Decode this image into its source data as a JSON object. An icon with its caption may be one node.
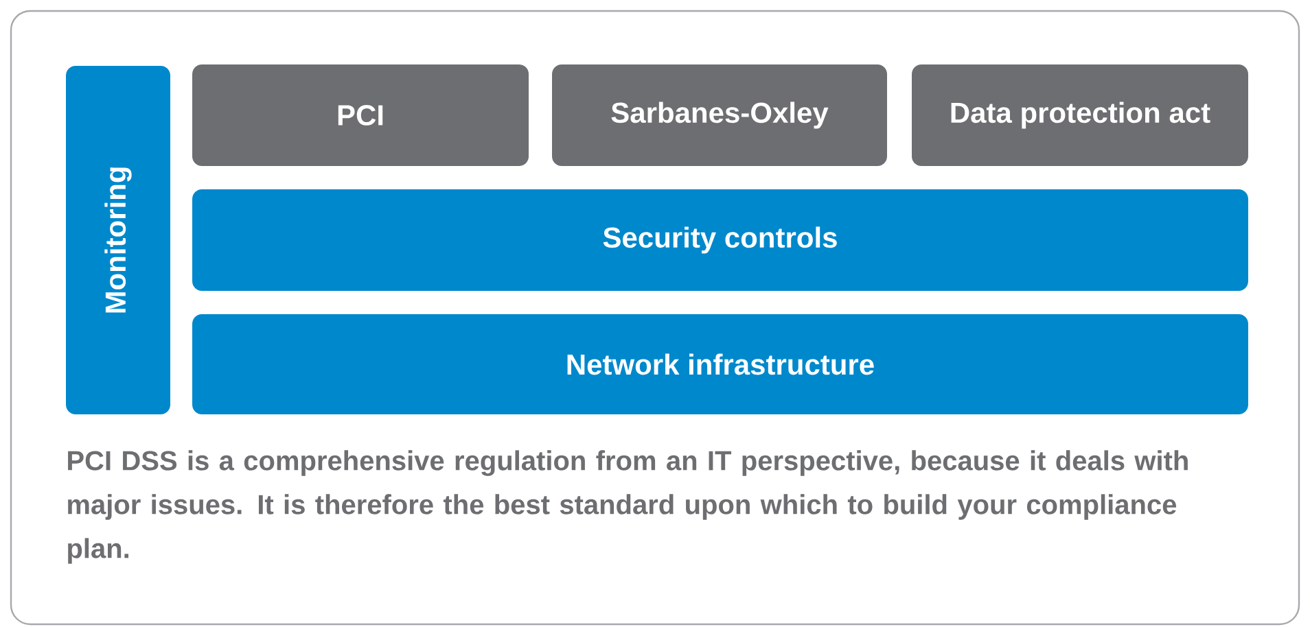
{
  "diagram": {
    "caption": "PCI DSS is a comprehensive regulation from an IT perspective, because it deals with major issues. It is therefore the best standard upon which to build your compliance plan.",
    "nodes": [
      {
        "text": [
          "Monitoring"
        ]
      },
      {
        "text": [
          "PCI"
        ]
      },
      {
        "text": [
          "Sarbanes-Oxley"
        ]
      },
      {
        "text": [
          "Data protection act"
        ]
      },
      {
        "text": [
          "Security controls"
        ]
      },
      {
        "text": [
          "Network infrastructure"
        ]
      }
    ]
  }
}
